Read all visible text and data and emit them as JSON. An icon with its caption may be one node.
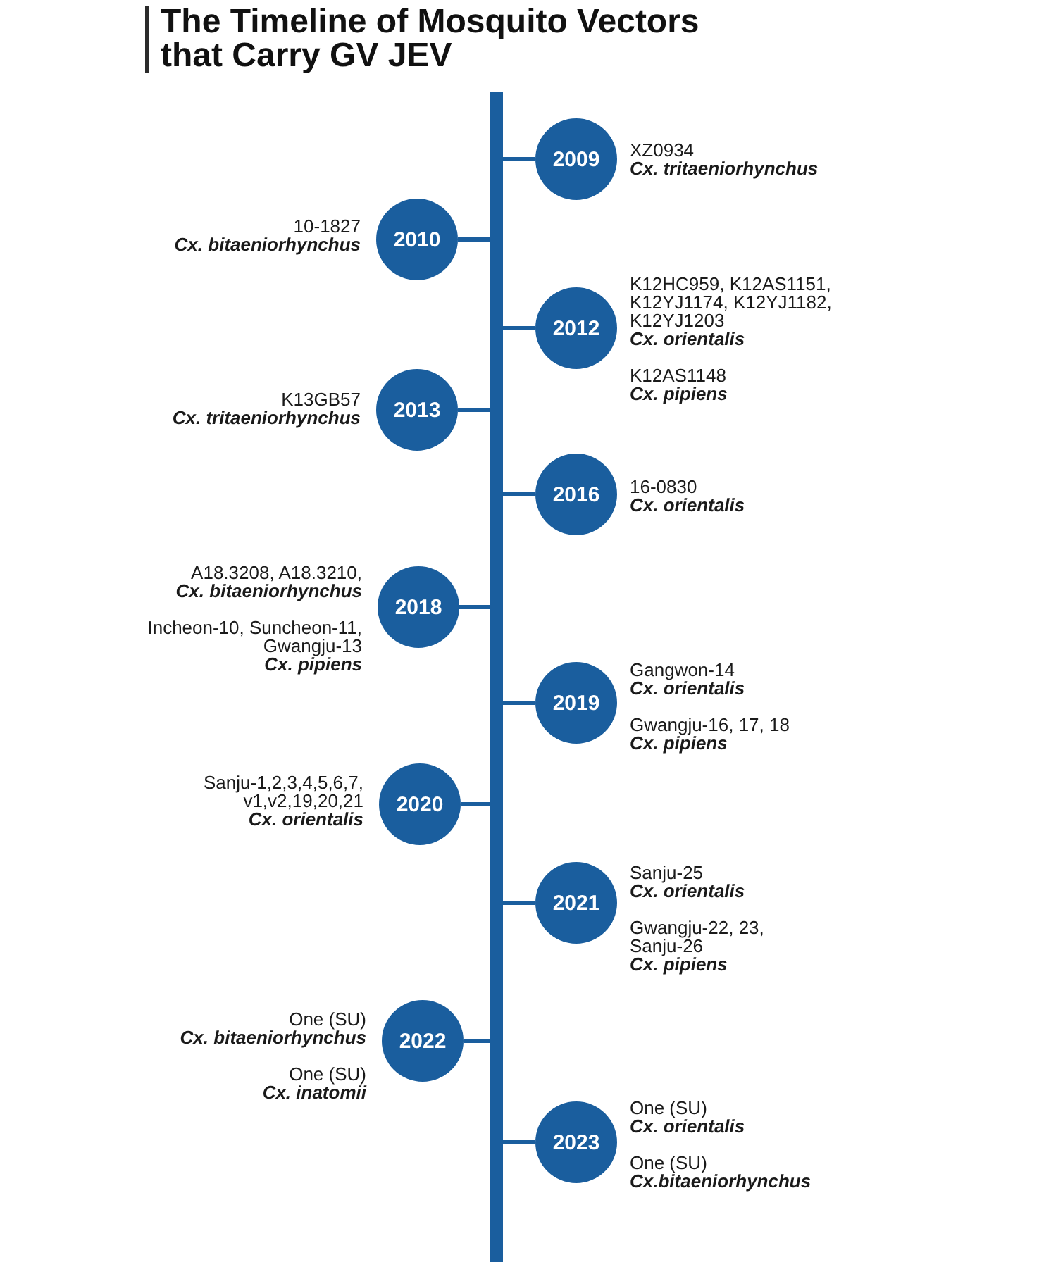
{
  "diagram": {
    "title": "The Timeline of Mosquito Vectors that Carry GV JEV",
    "nodes": [
      {
        "text": [],
        "shape": "bar"
      },
      {
        "text": [
          "2009"
        ],
        "beside": [
          "XZ0934",
          "Cx. tritaeniorhynchus"
        ]
      },
      {
        "text": [
          "2010"
        ],
        "beside": [
          "10-1827",
          "Cx. bitaeniorhynchus"
        ]
      },
      {
        "text": [
          "2012"
        ],
        "beside": [
          "K12HC959, K12AS1151, K12YJ1174, K12YJ1182, K12YJ1203",
          "Cx. orientalis",
          "K12AS1148",
          "Cx. pipiens"
        ]
      },
      {
        "text": [
          "2013"
        ],
        "beside": [
          "K13GB57",
          "Cx. tritaeniorhynchus"
        ]
      },
      {
        "text": [
          "2016"
        ],
        "beside": [
          "16-0830",
          "Cx. orientalis"
        ]
      },
      {
        "text": [
          "2018"
        ],
        "beside": [
          "A18.3208, A18.3210,",
          "Cx. bitaeniorhynchus",
          "Incheon-10, Suncheon-11, Gwangju-13",
          "Cx. pipiens"
        ]
      },
      {
        "text": [
          "2019"
        ],
        "beside": [
          "Gangwon-14",
          "Cx. orientalis",
          "Gwangju-16, 17, 18",
          "Cx. pipiens"
        ]
      },
      {
        "text": [
          "2020"
        ],
        "beside": [
          "Sanju-1,2,3,4,5,6,7, v1,v2,19,20,21",
          "Cx. orientalis"
        ]
      },
      {
        "text": [
          "2021"
        ],
        "beside": [
          "Sanju-25",
          "Cx. orientalis",
          "Gwangju-22, 23, Sanju-26",
          "Cx. pipiens"
        ]
      },
      {
        "text": [
          "2022"
        ],
        "beside": [
          "One (SU)",
          "Cx. bitaeniorhynchus",
          "One (SU)",
          "Cx. inatomii"
        ]
      },
      {
        "text": [
          "2023"
        ],
        "beside": [
          "One (SU)",
          "Cx. orientalis",
          "One (SU)",
          "Cx.bitaeniorhynchus"
        ]
      }
    ],
    "edges": [
      {
        "from": 1,
        "to": 0,
        "arrow": "none"
      },
      {
        "from": 2,
        "to": 0,
        "arrow": "none"
      },
      {
        "from": 3,
        "to": 0,
        "arrow": "none"
      },
      {
        "from": 4,
        "to": 0,
        "arrow": "none"
      },
      {
        "from": 5,
        "to": 0,
        "arrow": "none"
      },
      {
        "from": 6,
        "to": 0,
        "arrow": "none"
      },
      {
        "from": 7,
        "to": 0,
        "arrow": "none"
      },
      {
        "from": 8,
        "to": 0,
        "arrow": "none"
      },
      {
        "from": 9,
        "to": 0,
        "arrow": "none"
      },
      {
        "from": 10,
        "to": 0,
        "arrow": "none"
      },
      {
        "from": 11,
        "to": 0,
        "arrow": "none"
      }
    ]
  }
}
